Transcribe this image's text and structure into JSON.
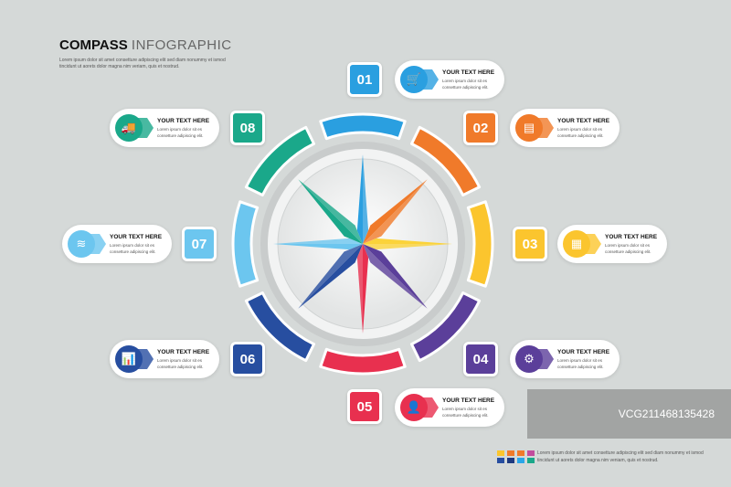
{
  "title": {
    "bold": "COMPASS",
    "light": "INFOGRAPHIC"
  },
  "subtitle": "Lorem ipsum dolor sit amet consetture adipiscing elit sed diam nonummy et ismod tincidunt ut aorets dolor magna nim veriam, quis et nostrud.",
  "steps": [
    {
      "num": "01",
      "heading": "YOUR TEXT HERE",
      "text": "Lorem ipsum dolor sit es consetture adipiscing elit.",
      "icon": "cart-icon",
      "glyph": "🛒",
      "color": "#2a9fe0"
    },
    {
      "num": "02",
      "heading": "YOUR TEXT HERE",
      "text": "Lorem ipsum dolor sit es consetture adipiscing elit.",
      "icon": "document-icon",
      "glyph": "▤",
      "color": "#f07a2a"
    },
    {
      "num": "03",
      "heading": "YOUR TEXT HERE",
      "text": "Lorem ipsum dolor sit es consetture adipiscing elit.",
      "icon": "calculator-icon",
      "glyph": "▦",
      "color": "#fbc52e"
    },
    {
      "num": "04",
      "heading": "YOUR TEXT HERE",
      "text": "Lorem ipsum dolor sit es consetture adipiscing elit.",
      "icon": "gear-icon",
      "glyph": "⚙",
      "color": "#5b3f9a"
    },
    {
      "num": "05",
      "heading": "YOUR TEXT HERE",
      "text": "Lorem ipsum dolor sit es consetture adipiscing elit.",
      "icon": "user-icon",
      "glyph": "👤",
      "color": "#e8304f"
    },
    {
      "num": "06",
      "heading": "YOUR TEXT HERE",
      "text": "Lorem ipsum dolor sit es consetture adipiscing elit.",
      "icon": "bar-chart-icon",
      "glyph": "📊",
      "color": "#274ea0"
    },
    {
      "num": "07",
      "heading": "YOUR TEXT HERE",
      "text": "Lorem ipsum dolor sit es consetture adipiscing elit.",
      "icon": "wifi-icon",
      "glyph": "≋",
      "color": "#6cc6ef"
    },
    {
      "num": "08",
      "heading": "YOUR TEXT HERE",
      "text": "Lorem ipsum dolor sit es consetture adipiscing elit.",
      "icon": "truck-icon",
      "glyph": "🚚",
      "color": "#1aa88a"
    }
  ],
  "legend": {
    "text": "Lorem ipsum dolor sit amet consetture adipiscing elit sed diam nonummy et ismod tincidunt ut aorets dolor magna nim veniam, quis et nostrud.",
    "colors": [
      "#fbc52e",
      "#f07a2a",
      "#f07a2a",
      "#c24d9d",
      "#274ea0",
      "#1e3a80",
      "#2aa6e8",
      "#1aa88a"
    ]
  },
  "watermark": "VCG211468135428"
}
